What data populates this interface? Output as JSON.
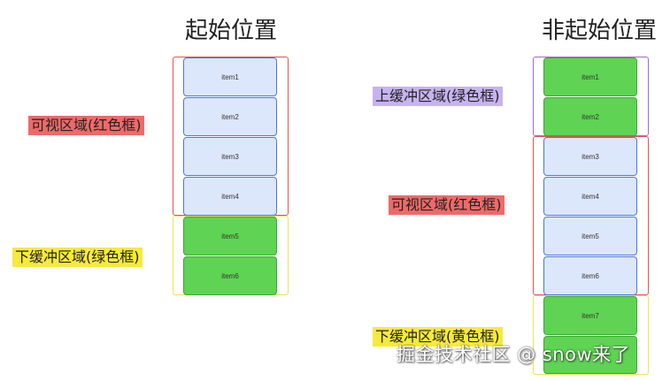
{
  "left": {
    "title": "起始位置",
    "items": [
      "item1",
      "item2",
      "item3",
      "item4",
      "item5",
      "item6"
    ],
    "visible_label": "可视区域(红色框)",
    "lower_buffer_label": "下缓冲区域(绿色框)"
  },
  "right": {
    "title": "非起始位置",
    "items": [
      "item1",
      "item2",
      "item3",
      "item4",
      "item5",
      "item6",
      "item7"
    ],
    "upper_buffer_label": "上缓冲区域(绿色框)",
    "visible_label": "可视区域(红色框)",
    "lower_buffer_label": "下缓冲区域(黄色框)"
  },
  "colors": {
    "visible_frame": "#e05555",
    "upper_buffer_frame": "#9b6bd6",
    "lower_buffer_frame": "#eee25a",
    "item_blue": "#dde7fb",
    "item_green": "#5fd353"
  },
  "watermark": "掘金技术社区 @ snow来了"
}
